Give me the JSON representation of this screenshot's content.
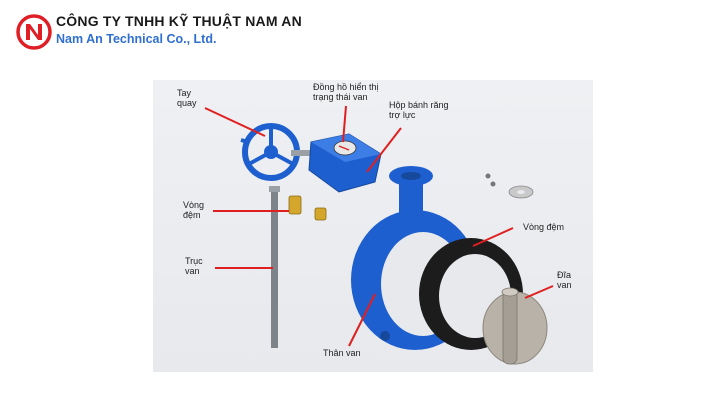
{
  "header": {
    "company_name": "CÔNG TY TNHH KỸ THUẬT NAM AN",
    "company_name_en": "Nam An Technical Co., Ltd."
  },
  "diagram": {
    "labels": {
      "handwheel": "Tay\nquay",
      "indicator": "Đồng hồ hiển thị\ntrạng thái van",
      "gearbox": "Hộp bánh răng\ntrợ lực",
      "washer_left": "Vòng\nđệm",
      "shaft": "Trục\nvan",
      "washer_right": "Vòng đệm",
      "disc": "Đĩa\nvan",
      "body": "Thân van"
    },
    "colors": {
      "leader_line": "#e02020",
      "valve_blue": "#1e5fcf",
      "rubber_black": "#1c1c1c",
      "disc_gray": "#b8b2a8"
    }
  }
}
